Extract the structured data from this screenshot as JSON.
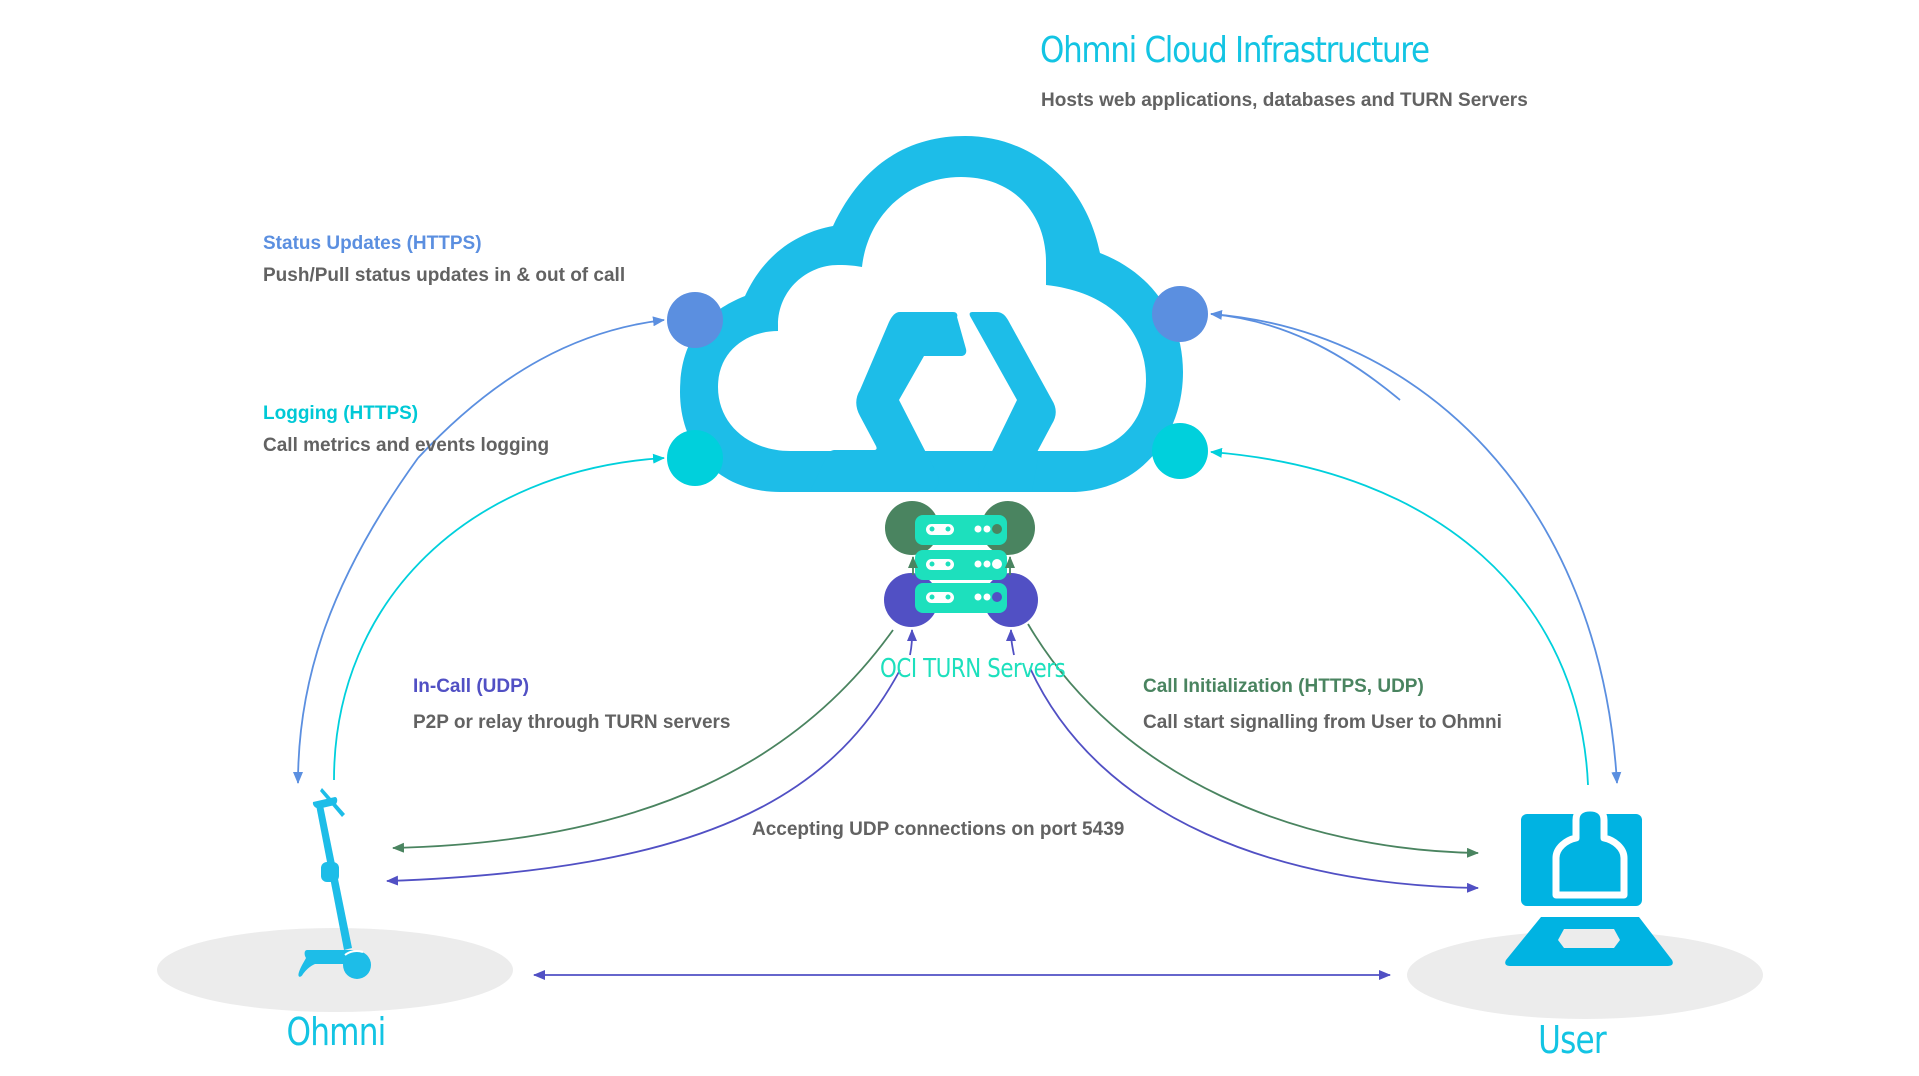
{
  "header": {
    "title": "Ohmni Cloud Infrastructure",
    "subtitle": "Hosts web applications, databases and TURN Servers"
  },
  "annotations": {
    "status_updates": {
      "title": "Status Updates (HTTPS)",
      "description": "Push/Pull status updates in & out of call"
    },
    "logging": {
      "title": "Logging (HTTPS)",
      "description": "Call metrics and events logging"
    },
    "in_call": {
      "title": "In-Call (UDP)",
      "description": "P2P or relay through TURN servers"
    },
    "call_init": {
      "title": "Call Initialization (HTTPS, UDP)",
      "description": "Call start signalling from User to Ohmni"
    },
    "udp_port": "Accepting UDP connections on port 5439"
  },
  "nodes": {
    "cloud": {
      "icon": "cloud-logo-icon"
    },
    "turn": {
      "label": "OCI TURN Servers",
      "icon": "server-stack-icon"
    },
    "ohmni": {
      "label": "Ohmni",
      "icon": "telepresence-robot-icon"
    },
    "user": {
      "label": "User",
      "icon": "user-laptop-icon"
    }
  },
  "colors": {
    "brand": "#1dbde8",
    "status": "#5b8fe0",
    "logging": "#00d0dc",
    "in_call": "#5150c4",
    "call_init": "#4a8460",
    "turn": "#1de0bd",
    "text": "#626262",
    "platform": "#ececec"
  }
}
